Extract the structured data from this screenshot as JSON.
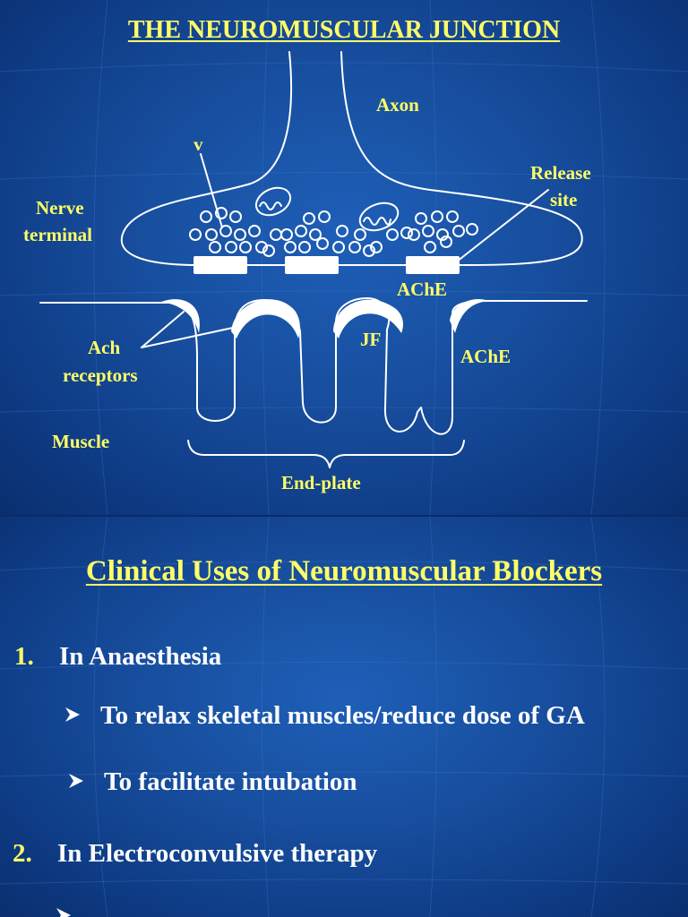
{
  "top_slide": {
    "title": "THE NEUROMUSCULAR JUNCTION",
    "labels": {
      "axon": "Axon",
      "vesicle": "v",
      "release_site_1": "Release",
      "release_site_2": "site",
      "nerve_terminal_1": "Nerve",
      "nerve_terminal_2": "terminal",
      "ache_top": "AChE",
      "ach_receptors_1": "Ach",
      "ach_receptors_2": "receptors",
      "jf": "JF",
      "ache_right": "AChE",
      "muscle": "Muscle",
      "end_plate": "End-plate"
    },
    "colors": {
      "label": "#ffff66",
      "line": "#ffffff"
    }
  },
  "bottom_slide": {
    "title": "Clinical Uses of Neuromuscular Blockers",
    "items": [
      {
        "number": "1.",
        "text": "In Anaesthesia",
        "subitems": [
          "To relax skeletal muscles/reduce dose of GA",
          "To facilitate intubation"
        ]
      },
      {
        "number": "2.",
        "text": "In Electroconvulsive therapy"
      }
    ],
    "bullet_icon": "arrow-bullet-icon"
  }
}
